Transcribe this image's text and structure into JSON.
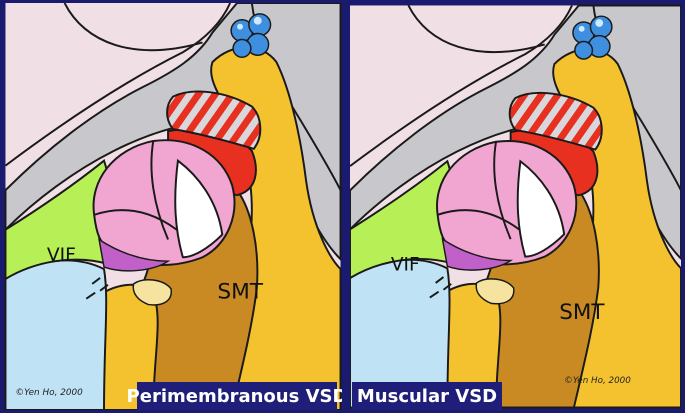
{
  "panels": [
    {
      "label_vif": "VIF",
      "label_smt": "SMT",
      "caption": "Perimembranous VSD",
      "copyright": "©Yen Ho, 2000"
    },
    {
      "label_vif": "VIF",
      "label_smt": "SMT",
      "caption": "Muscular VSD",
      "copyright": "©Yen Ho, 2000"
    }
  ],
  "colors": {
    "frame": "#1a1a6e",
    "background": "#f1dfe6",
    "grey_wall": "#c8c8cc",
    "septal_band": "#f4c22f",
    "smt_body": "#c98a24",
    "vif_green": "#b7ef56",
    "blue_region": "#bfe2f5",
    "coronary_blue": "#3f8fe0",
    "valve_pink": "#f0a6d0",
    "valve_magenta": "#c060c8",
    "defect_red": "#e83020",
    "membranous_pale": "#f7e3a0",
    "caption_bg": "#1f1f7a"
  }
}
